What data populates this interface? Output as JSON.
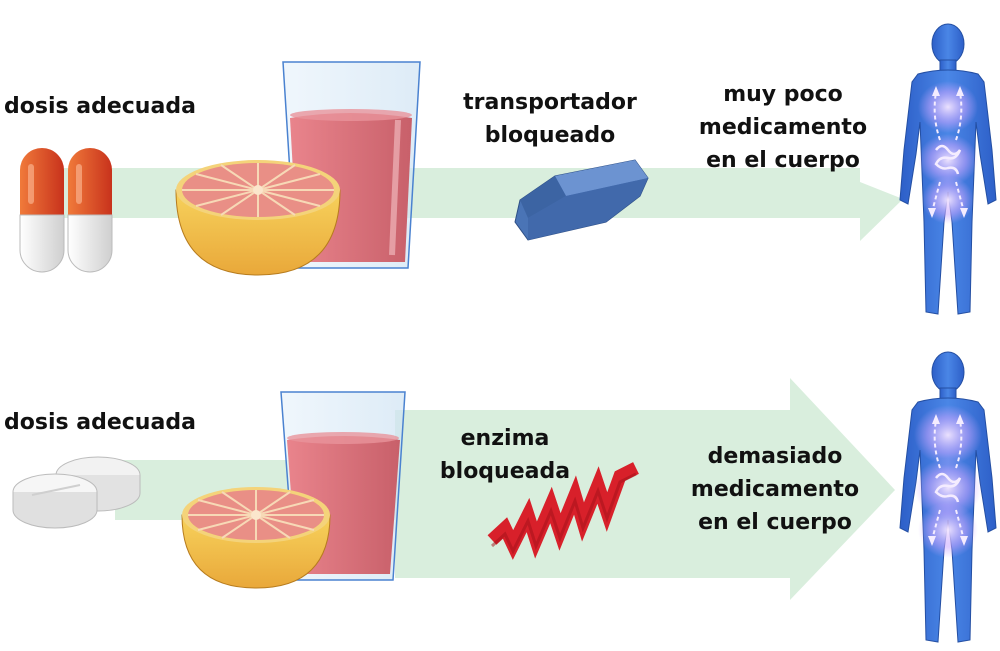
{
  "top_row": {
    "dose_label": "dosis adecuada",
    "blocker_label_line1": "transportador",
    "blocker_label_line2": "bloqueado",
    "result_line1": "muy poco",
    "result_line2": "medicamento",
    "result_line3": "en el cuerpo"
  },
  "bottom_row": {
    "dose_label": "dosis adecuada",
    "blocker_label_line1": "enzima",
    "blocker_label_line2": "bloqueada",
    "result_line1": "demasiado",
    "result_line2": "medicamento",
    "result_line3": "en el cuerpo"
  },
  "colors": {
    "arrow": "#d9eedd",
    "capsule_red": "#e0462a",
    "juice": "#d8707a",
    "grapefruit_flesh": "#e98f86",
    "grapefruit_rind": "#f2c44f",
    "transporter": "#4a74b6",
    "enzyme": "#d8202a",
    "body": "#3a6ed1",
    "glow": "#e6d2ff"
  },
  "icons": [
    "capsule-icon",
    "tablet-icon",
    "grapefruit-icon",
    "juice-glass-icon",
    "transporter-icon",
    "enzyme-icon",
    "human-body-icon"
  ]
}
